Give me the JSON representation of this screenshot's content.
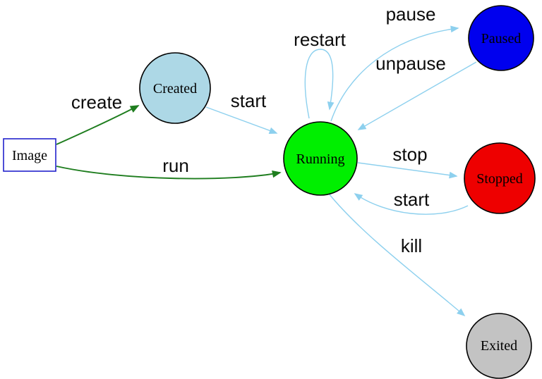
{
  "diagram": {
    "description": "Container lifecycle state diagram",
    "background": "#ffffff",
    "colors": {
      "edge_light": "#8dd0ee",
      "edge_dark": "#1e7d1e",
      "label_text": "#0b0b0b"
    },
    "nodes": [
      {
        "id": "image",
        "label": "Image",
        "shape": "box",
        "fill": "#ffffff",
        "stroke": "#2222cc"
      },
      {
        "id": "created",
        "label": "Created",
        "shape": "circle",
        "fill": "#add8e6",
        "stroke": "#000000"
      },
      {
        "id": "running",
        "label": "Running",
        "shape": "circle",
        "fill": "#00ef00",
        "stroke": "#000000"
      },
      {
        "id": "paused",
        "label": "Paused",
        "shape": "circle",
        "fill": "#0000ee",
        "stroke": "#000000"
      },
      {
        "id": "stopped",
        "label": "Stopped",
        "shape": "circle",
        "fill": "#ee0000",
        "stroke": "#000000"
      },
      {
        "id": "exited",
        "label": "Exited",
        "shape": "circle",
        "fill": "#c3c3c3",
        "stroke": "#000000"
      }
    ],
    "edges": [
      {
        "from": "image",
        "to": "created",
        "label": "create",
        "color": "#1e7d1e"
      },
      {
        "from": "image",
        "to": "running",
        "label": "run",
        "color": "#1e7d1e"
      },
      {
        "from": "created",
        "to": "running",
        "label": "start",
        "color": "#8dd0ee"
      },
      {
        "from": "running",
        "to": "running",
        "label": "restart",
        "color": "#8dd0ee"
      },
      {
        "from": "running",
        "to": "paused",
        "label": "pause",
        "color": "#8dd0ee"
      },
      {
        "from": "paused",
        "to": "running",
        "label": "unpause",
        "color": "#8dd0ee"
      },
      {
        "from": "running",
        "to": "stopped",
        "label": "stop",
        "color": "#8dd0ee"
      },
      {
        "from": "stopped",
        "to": "running",
        "label": "start",
        "color": "#8dd0ee"
      },
      {
        "from": "running",
        "to": "exited",
        "label": "kill",
        "color": "#8dd0ee"
      }
    ]
  }
}
